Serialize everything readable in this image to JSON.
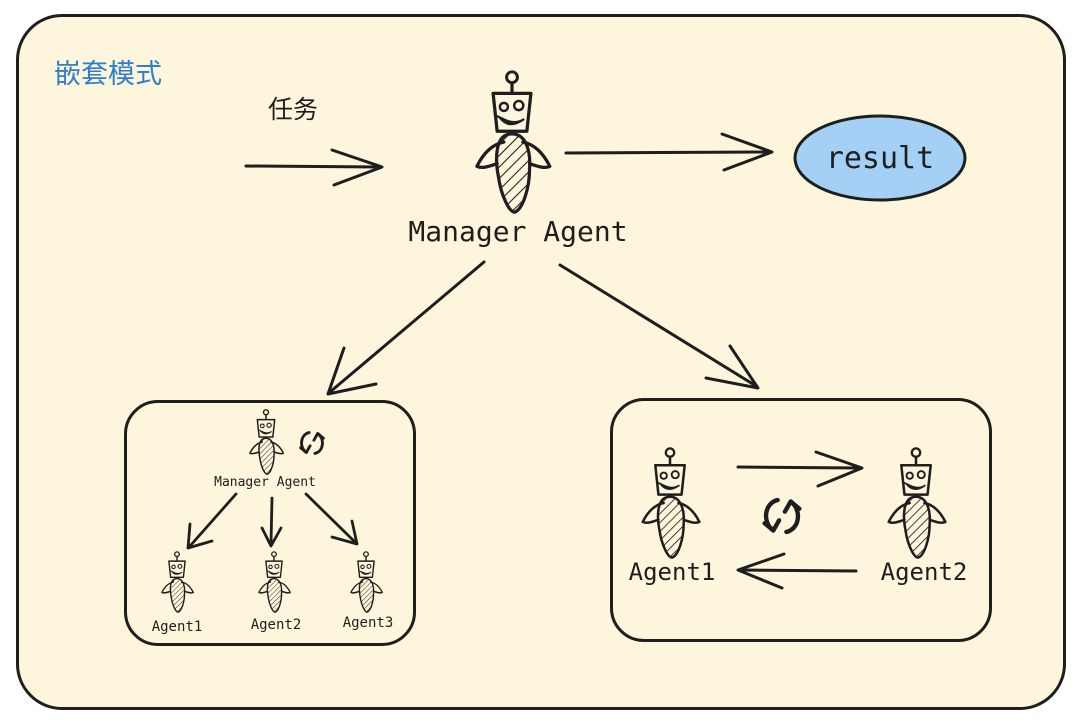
{
  "diagram": {
    "title": "嵌套模式",
    "task_label": "任务",
    "manager_label": "Manager Agent",
    "result_label": "result",
    "left_box": {
      "manager_label": "Manager Agent",
      "agents": [
        "Agent1",
        "Agent2",
        "Agent3"
      ]
    },
    "right_box": {
      "agent_a": "Agent1",
      "agent_b": "Agent2"
    },
    "colors": {
      "background": "#fdf6dc",
      "stroke": "#1e1e1e",
      "title": "#2f7fd1",
      "result_fill": "#a5d0f5"
    }
  }
}
